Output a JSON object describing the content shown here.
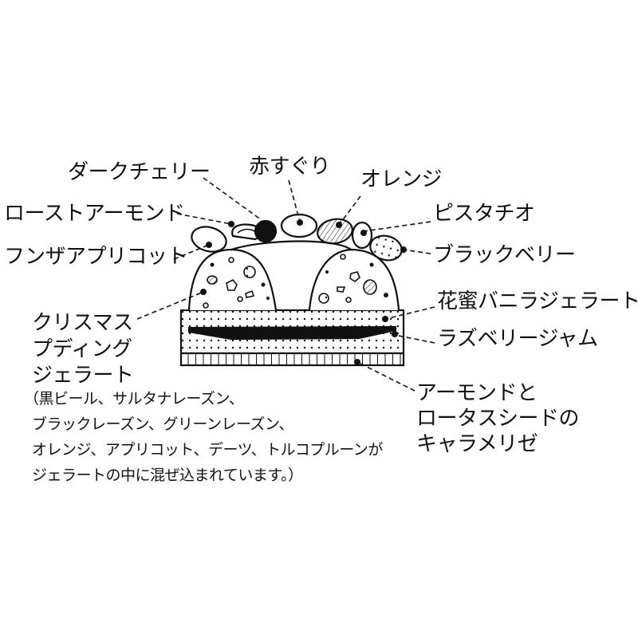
{
  "labels": {
    "dark_cherry": "ダークチェリー",
    "red_currant": "赤すぐり",
    "orange": "オレンジ",
    "roast_almond": "ローストアーモンド",
    "pistachio": "ピスタチオ",
    "hunza_apricot": "フンザアプリコット",
    "blackberry": "ブラックベリー",
    "vanilla_gelato": "花蜜バニラジェラート",
    "raspberry_jam": "ラズベリージャム",
    "pudding_gelato": [
      "クリスマス",
      "プディング",
      "ジェラート"
    ],
    "pudding_note": [
      "（黒ビール、サルタナレーズン、",
      "ブラックレーズン、グリーンレーズン、",
      "オレンジ、アプリコット、デーツ、トルコプルーンが",
      "ジェラートの中に混ぜ込まれています。）"
    ],
    "caramelized": [
      "アーモンドと",
      "ロータスシードの",
      "キャラメリゼ"
    ]
  }
}
